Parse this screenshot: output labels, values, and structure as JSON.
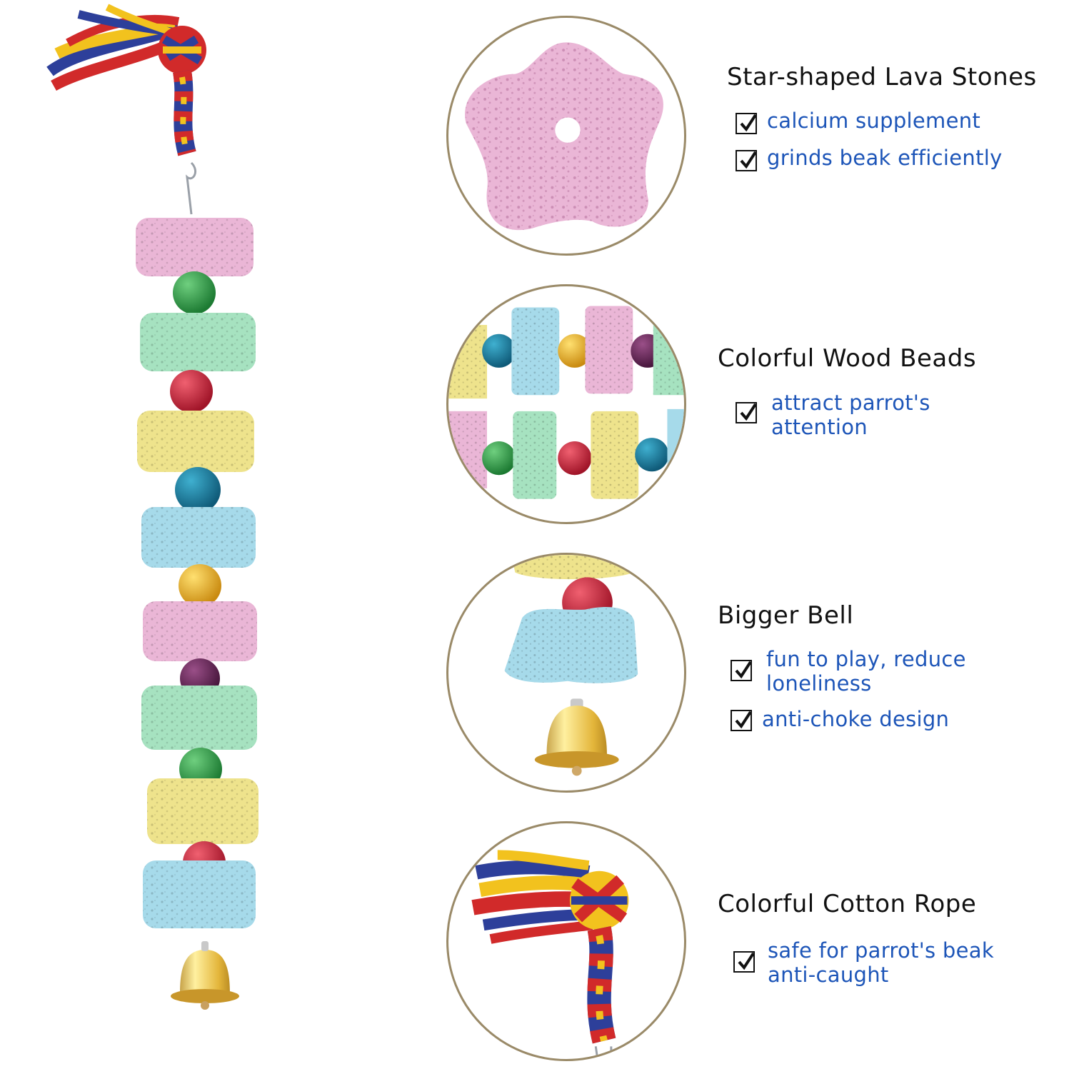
{
  "features": [
    {
      "heading": "Star-shaped Lava Stones",
      "bullets": [
        {
          "lines": [
            "calcium supplement"
          ]
        },
        {
          "lines": [
            "grinds beak efficiently"
          ]
        }
      ]
    },
    {
      "heading": "Colorful Wood Beads",
      "bullets": [
        {
          "lines": [
            "attract parrot's",
            "attention"
          ]
        }
      ]
    },
    {
      "heading": "Bigger Bell",
      "bullets": [
        {
          "lines": [
            "fun to play, reduce",
            "loneliness"
          ]
        },
        {
          "lines": [
            "anti-choke design"
          ]
        }
      ]
    },
    {
      "heading": "Colorful Cotton Rope",
      "bullets": [
        {
          "lines": [
            "safe for parrot's beak",
            "anti-caught"
          ]
        }
      ]
    }
  ],
  "colors": {
    "heading": "#111111",
    "bullet_text": "#1d55b8",
    "circle_border": "#9a8a68",
    "stone_pink": "#eab6d6",
    "stone_green": "#a6e2c0",
    "stone_yellow": "#eee38c",
    "stone_blue": "#a6daea",
    "bead_green": "#2f9a45",
    "bead_red": "#d0263a",
    "bead_blue": "#1f7f9e",
    "bead_yellow": "#eab52a",
    "bead_purple": "#6d2c5e",
    "bell_gold": "#e3b53a"
  },
  "icons": [
    "checkbox-checked-icon"
  ]
}
